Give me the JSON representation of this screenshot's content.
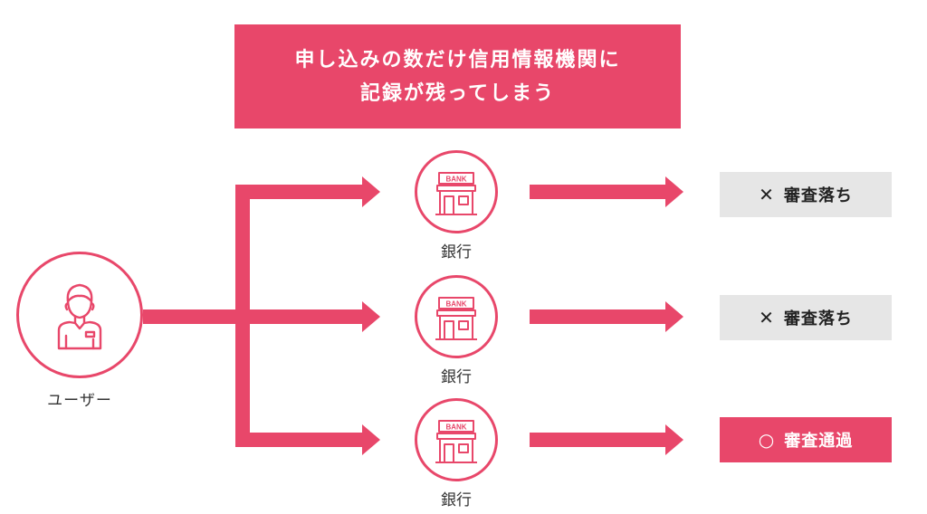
{
  "header": {
    "line1": "申し込みの数だけ信用情報機関に",
    "line2": "記録が残ってしまう"
  },
  "user": {
    "label": "ユーザー"
  },
  "banks": [
    {
      "sign": "BANK",
      "label": "銀行"
    },
    {
      "sign": "BANK",
      "label": "銀行"
    },
    {
      "sign": "BANK",
      "label": "銀行"
    }
  ],
  "results": [
    {
      "mark": "✕",
      "text": "審査落ち",
      "status": "fail"
    },
    {
      "mark": "✕",
      "text": "審査落ち",
      "status": "fail"
    },
    {
      "mark": "○",
      "text": "審査通過",
      "status": "pass"
    }
  ],
  "colors": {
    "accent": "#e8476a",
    "fail_bg": "#e6e6e6"
  },
  "icons": {
    "user": "person-icon",
    "bank": "bank-building-icon",
    "arrow": "arrow-right"
  }
}
